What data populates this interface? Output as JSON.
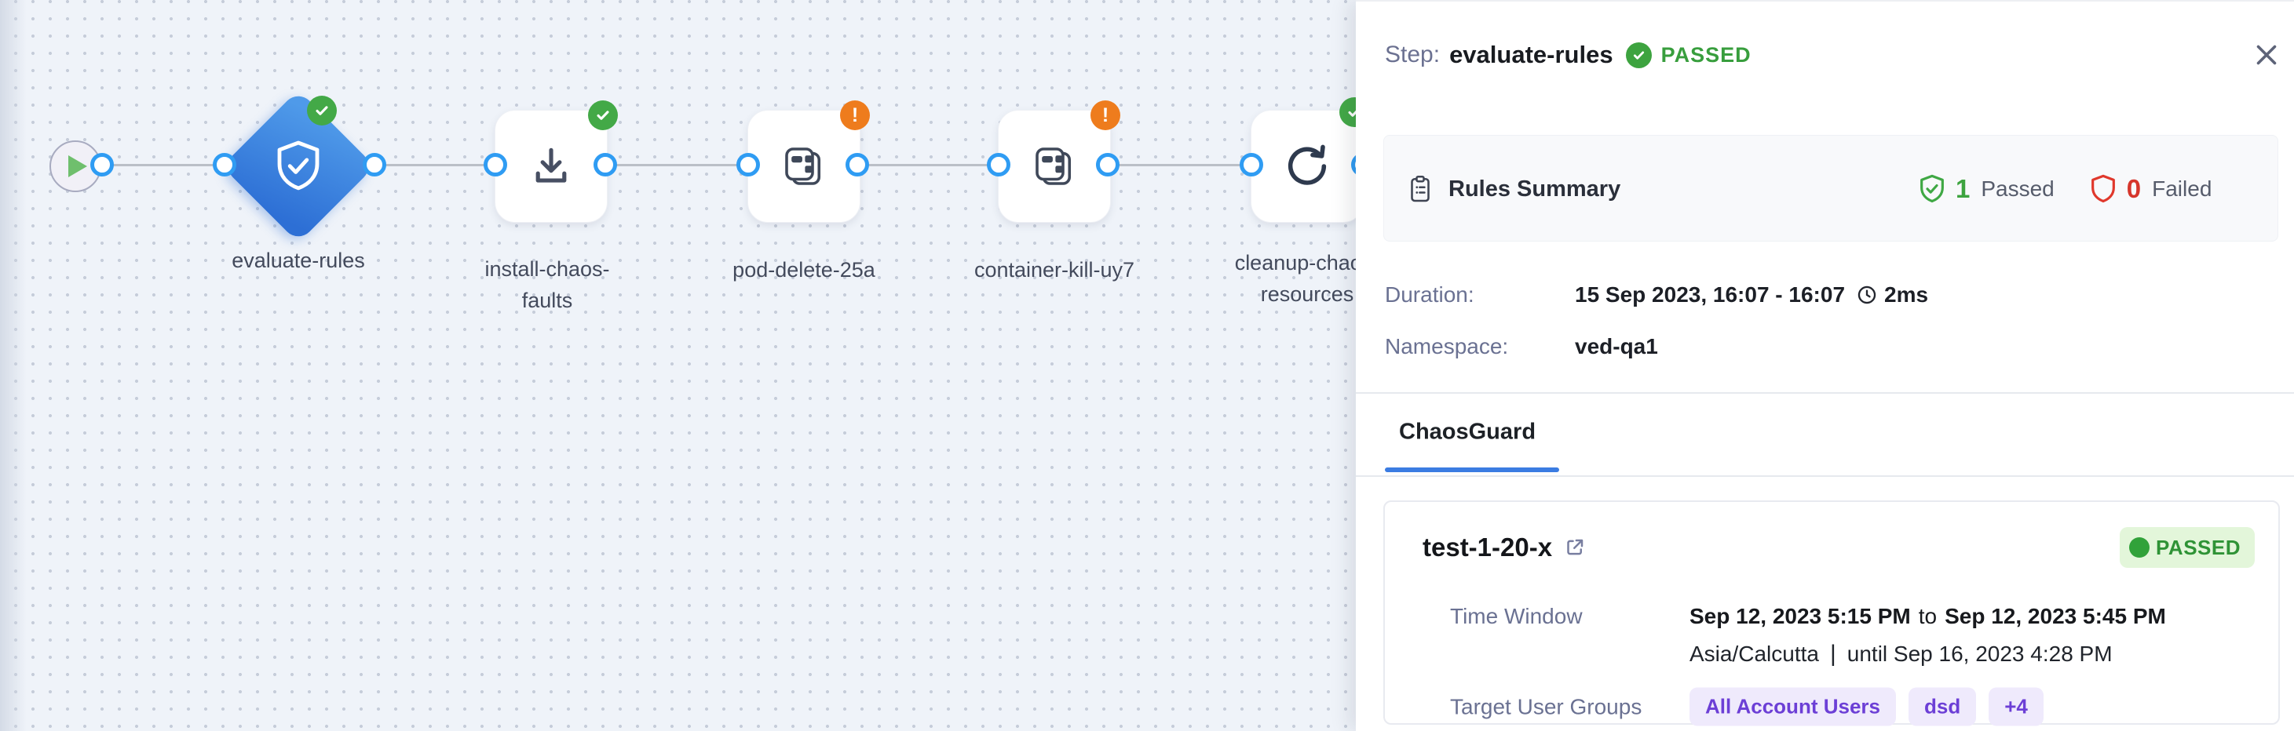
{
  "colors": {
    "canvas_bg": "#eff3f9",
    "node_blue_gradient_start": "#4f9ae9",
    "node_blue_gradient_end": "#2d6fd5",
    "port_blue": "#2f9cf3",
    "edge_gray": "#babfc7",
    "passed_green": "#3da33f",
    "warning_orange": "#ee7c1d",
    "failed_red": "#d6362c",
    "tab_blue": "#3b7ce2",
    "group_purple": "#6c3fd6",
    "passed_pill_bg": "#e3f6da"
  },
  "icons": {
    "start_node": "play-icon",
    "evaluate_node": "shield-check-icon",
    "install_node": "download-icon",
    "fault_node": "chaos-fault-icon",
    "cleanup_node": "retry-icon",
    "passed_badge": "check-circle-icon",
    "warning_badge": "exclamation-circle-icon",
    "rules_summary": "clipboard-icon",
    "passed_count": "shield-check-icon",
    "failed_count": "shield-icon",
    "duration": "clock-icon",
    "card_title": "external-link-icon",
    "panel_close": "close-icon"
  },
  "canvas": {
    "nodes": [
      {
        "id": "start",
        "status": ""
      },
      {
        "label": "evaluate-rules",
        "status": "Passed"
      },
      {
        "label_lines": [
          "install-chaos-",
          "faults"
        ],
        "status": "Passed"
      },
      {
        "label": "pod-delete-25a",
        "status": "Warning"
      },
      {
        "label": "container-kill-uy7",
        "status": "Warning"
      },
      {
        "label_lines": [
          "cleanup-chaos-",
          "resources"
        ],
        "status": "Passed"
      }
    ]
  },
  "panel": {
    "header": {
      "step_label": "Step:",
      "step_name": "evaluate-rules",
      "status": "PASSED"
    },
    "rules_summary": {
      "title": "Rules Summary",
      "passed_count": "1",
      "passed_label": "Passed",
      "failed_count": "0",
      "failed_label": "Failed"
    },
    "details": {
      "duration_label": "Duration:",
      "duration_value": "15 Sep 2023, 16:07 - 16:07",
      "elapsed": "2ms",
      "namespace_label": "Namespace:",
      "namespace_value": "ved-qa1"
    },
    "tabs": {
      "active": "ChaosGuard"
    },
    "card": {
      "title": "test-1-20-x",
      "status": "PASSED",
      "time_window_label": "Time Window",
      "time_start": "Sep 12, 2023 5:15 PM",
      "time_to": "to",
      "time_end": "Sep 12, 2023 5:45 PM",
      "timezone": "Asia/Calcutta",
      "timezone_separator": "|",
      "until_text": "until Sep 16, 2023 4:28 PM",
      "target_label": "Target User Groups",
      "groups": [
        "All Account Users",
        "dsd",
        "+4"
      ]
    }
  }
}
